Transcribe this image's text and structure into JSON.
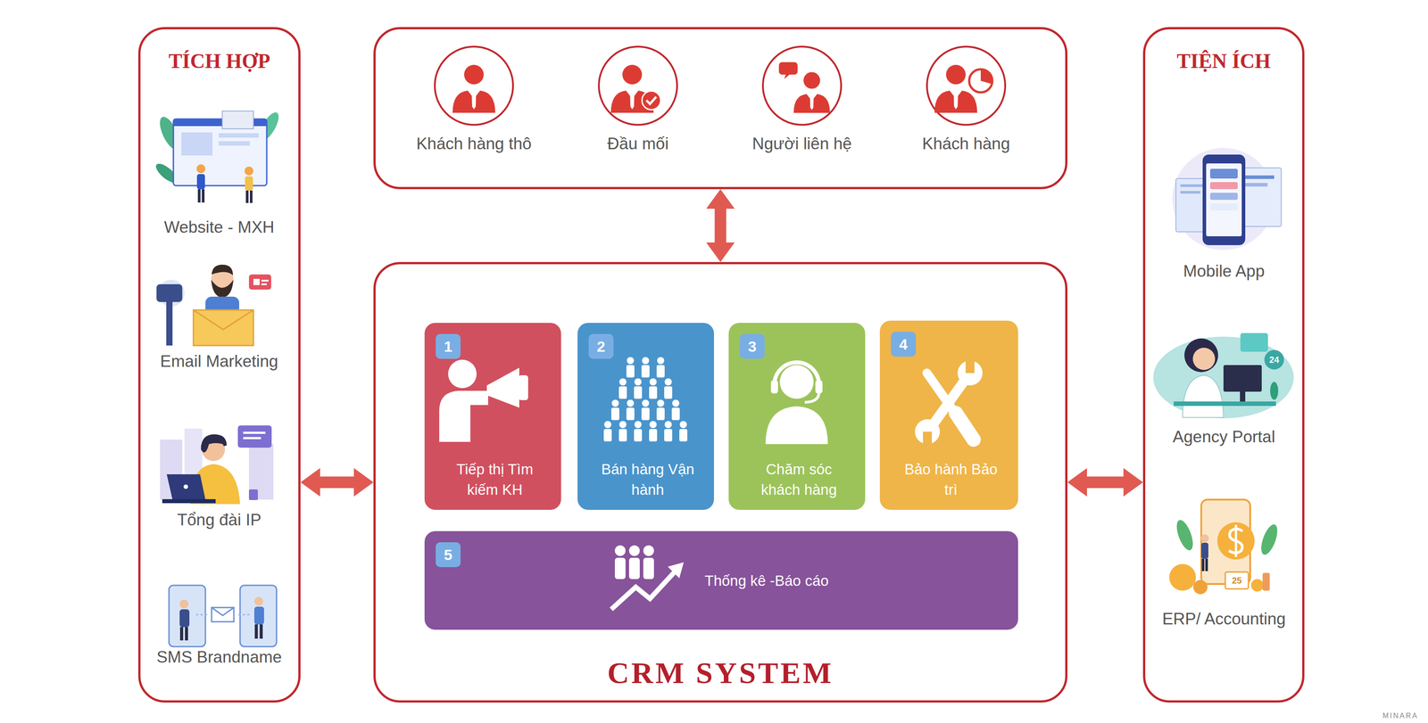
{
  "diagram": {
    "nodes": [
      {
        "text": [
          "TÍCH HỢP"
        ]
      },
      {
        "text": [
          "Website - MXH"
        ],
        "in": 0
      },
      {
        "text": [
          "Email Marketing"
        ],
        "in": 0
      },
      {
        "text": [
          "Tổng đài IP"
        ],
        "in": 0
      },
      {
        "text": [
          "SMS Brandname"
        ],
        "in": 0
      },
      {
        "text": []
      },
      {
        "text": [
          "Khách hàng thô"
        ],
        "in": 5
      },
      {
        "text": [
          "Đầu mối"
        ],
        "in": 5
      },
      {
        "text": [
          "Người liên hệ"
        ],
        "in": 5
      },
      {
        "text": [
          "Khách hàng"
        ],
        "in": 5
      },
      {
        "text": [
          "TIỆN ÍCH"
        ]
      },
      {
        "text": [
          "Mobile App"
        ],
        "in": 10
      },
      {
        "text": [
          "Agency Portal"
        ],
        "in": 10
      },
      {
        "text": [
          "ERP/ Accounting"
        ],
        "in": 10
      },
      {
        "text": [
          "CRM SYSTEM"
        ]
      },
      {
        "text": [
          "1",
          "Tiếp thị Tìm kiếm KH"
        ],
        "in": 14
      },
      {
        "text": [
          "2",
          "Bán hàng Vận hành"
        ],
        "in": 14
      },
      {
        "text": [
          "3",
          "Chăm sóc khách hàng"
        ],
        "in": 14
      },
      {
        "text": [
          "4",
          "Bảo hành Bảo trì"
        ],
        "in": 14
      },
      {
        "text": [
          "5",
          "Thống kê -Báo cáo"
        ],
        "in": 14
      }
    ],
    "edges": [
      {
        "from": 5,
        "to": 14,
        "arrow": "both"
      },
      {
        "from": 0,
        "to": 14,
        "arrow": "both"
      },
      {
        "from": 14,
        "to": 10,
        "arrow": "both"
      }
    ],
    "labels": [
      "24",
      "25",
      "MINARA"
    ]
  }
}
